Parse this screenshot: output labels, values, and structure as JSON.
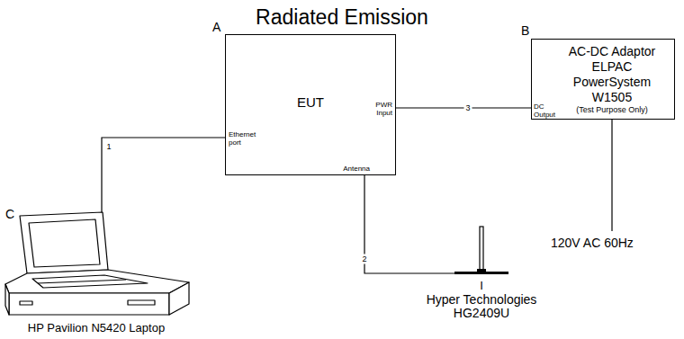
{
  "diagram": {
    "title": "Radiated Emission",
    "nodes": [
      {
        "text": [
          "A",
          "EUT",
          "Ethernet port",
          "PWR Input",
          "Antenna"
        ]
      },
      {
        "text": [
          "B",
          "AC-DC Adaptor ELPAC PowerSystem W1505",
          "(Test Purpose Only)",
          "DC Output"
        ]
      },
      {
        "text": [
          "C",
          "HP Pavilion N5420 Laptop"
        ]
      },
      {
        "text": [
          "I",
          "Hyper Technologies HG2409U"
        ]
      }
    ],
    "edges": [
      {
        "from": 2,
        "to": 0,
        "label": "1",
        "arrow": "none"
      },
      {
        "from": 0,
        "to": 3,
        "label": "2",
        "arrow": "none"
      },
      {
        "from": 0,
        "to": 1,
        "label": "3",
        "arrow": "none"
      }
    ],
    "labels": [
      "120V AC 60Hz"
    ]
  }
}
